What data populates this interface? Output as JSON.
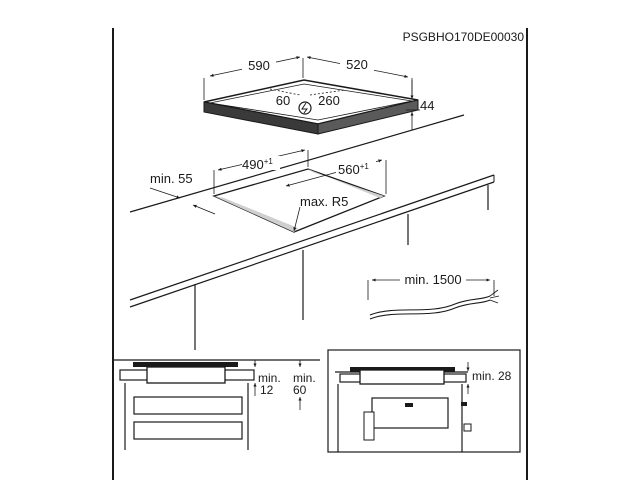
{
  "code": "PSGBHO170DE00030",
  "hob": {
    "width": "590",
    "depth": "520",
    "height": "44",
    "conn_left": "60",
    "conn_right": "260"
  },
  "cutout": {
    "width": "490",
    "width_tol": "+1",
    "depth": "560",
    "depth_tol": "+1",
    "radius": "max. R5",
    "edge_distance": "min. 55"
  },
  "cable": {
    "length": "min. 1500"
  },
  "drawer_detail": {
    "label1": "min.",
    "value1": "12",
    "label2": "min.",
    "value2": "60"
  },
  "oven_detail": {
    "label": "min. 28"
  },
  "colors": {
    "line": "#1a1a1a",
    "surface": "#ffffff",
    "accent": "#333333"
  }
}
